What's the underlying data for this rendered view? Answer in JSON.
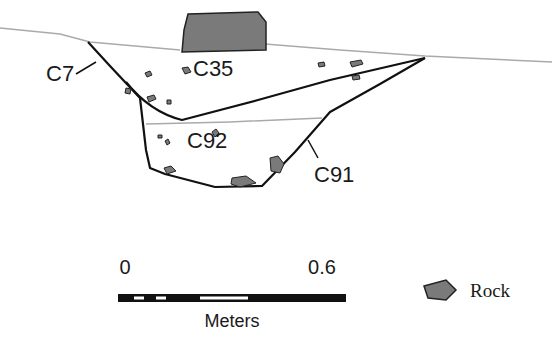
{
  "diagram": {
    "labels": [
      "C7",
      "C35",
      "C92",
      "C91",
      "0",
      "0.6",
      "Meters"
    ],
    "legend": [
      {
        "text": "Rock"
      }
    ]
  }
}
